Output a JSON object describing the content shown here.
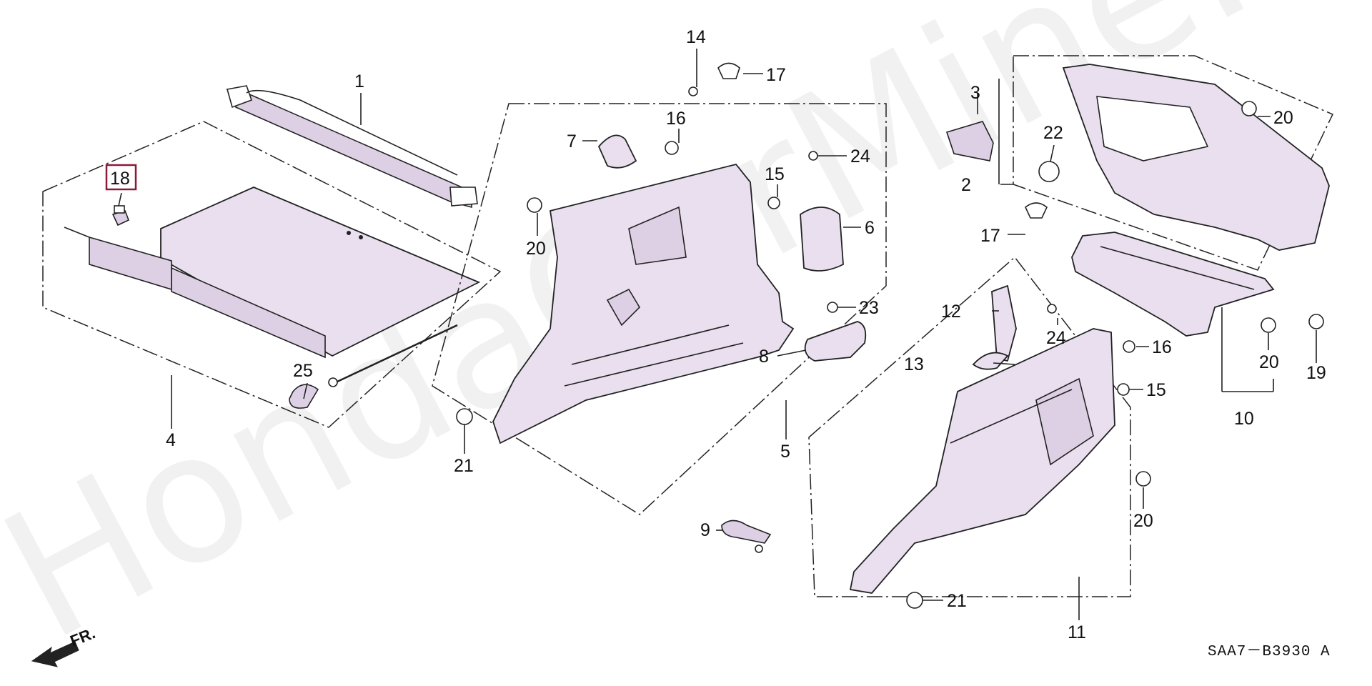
{
  "watermark": "HondaCarMine.ru",
  "direction_label": "FR.",
  "diagram_code": "SAA7－B3930 A",
  "highlight_color": "#8b1a3a",
  "part_fill_color": "#e9dfee",
  "callouts": [
    {
      "id": "c1",
      "label": "1"
    },
    {
      "id": "c2",
      "label": "2"
    },
    {
      "id": "c3",
      "label": "3"
    },
    {
      "id": "c4",
      "label": "4"
    },
    {
      "id": "c5",
      "label": "5"
    },
    {
      "id": "c6",
      "label": "6"
    },
    {
      "id": "c7",
      "label": "7"
    },
    {
      "id": "c8",
      "label": "8"
    },
    {
      "id": "c9",
      "label": "9"
    },
    {
      "id": "c10",
      "label": "10"
    },
    {
      "id": "c11",
      "label": "11"
    },
    {
      "id": "c12",
      "label": "12"
    },
    {
      "id": "c13",
      "label": "13"
    },
    {
      "id": "c14",
      "label": "14"
    },
    {
      "id": "c15a",
      "label": "15"
    },
    {
      "id": "c15b",
      "label": "15"
    },
    {
      "id": "c16a",
      "label": "16"
    },
    {
      "id": "c16b",
      "label": "16"
    },
    {
      "id": "c17a",
      "label": "17"
    },
    {
      "id": "c17b",
      "label": "17"
    },
    {
      "id": "c18",
      "label": "18",
      "highlighted": true
    },
    {
      "id": "c19",
      "label": "19"
    },
    {
      "id": "c20a",
      "label": "20"
    },
    {
      "id": "c20b",
      "label": "20"
    },
    {
      "id": "c20c",
      "label": "20"
    },
    {
      "id": "c20d",
      "label": "20"
    },
    {
      "id": "c21a",
      "label": "21"
    },
    {
      "id": "c21b",
      "label": "21"
    },
    {
      "id": "c22",
      "label": "22"
    },
    {
      "id": "c23",
      "label": "23"
    },
    {
      "id": "c24a",
      "label": "24"
    },
    {
      "id": "c24b",
      "label": "24"
    },
    {
      "id": "c25",
      "label": "25"
    }
  ]
}
